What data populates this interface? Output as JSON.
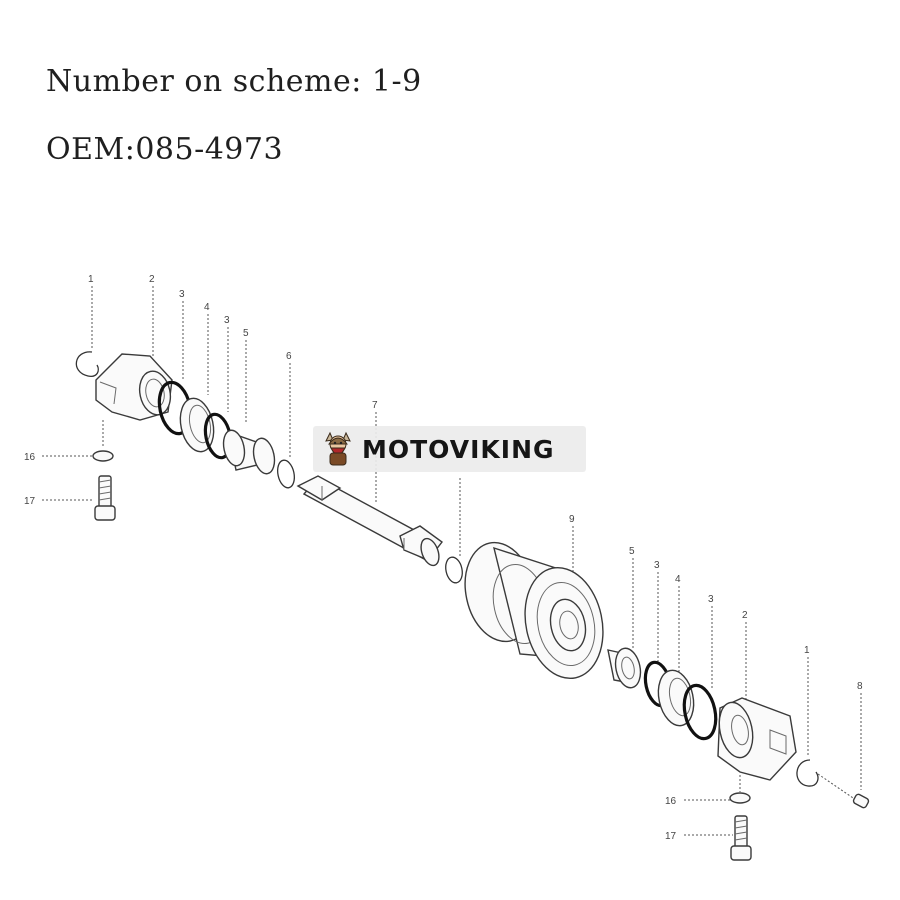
{
  "header": {
    "scheme_line": "Number on scheme: 1-9",
    "oem_line": "OEM:085-4973"
  },
  "diagram": {
    "callouts": {
      "c1a": "1",
      "c2a": "2",
      "c3a": "3",
      "c4a": "4",
      "c3b": "3",
      "c5a": "5",
      "c6": "6",
      "c7": "7",
      "c9": "9",
      "c5b": "5",
      "c3c": "3",
      "c4b": "4",
      "c3d": "3",
      "c2b": "2",
      "c1b": "1",
      "c8": "8",
      "c16a": "16",
      "c17a": "17",
      "c16b": "16",
      "c17b": "17"
    }
  },
  "watermark": {
    "brand": "MOTOVIKING",
    "logo_icon": "viking-mascot-icon"
  }
}
